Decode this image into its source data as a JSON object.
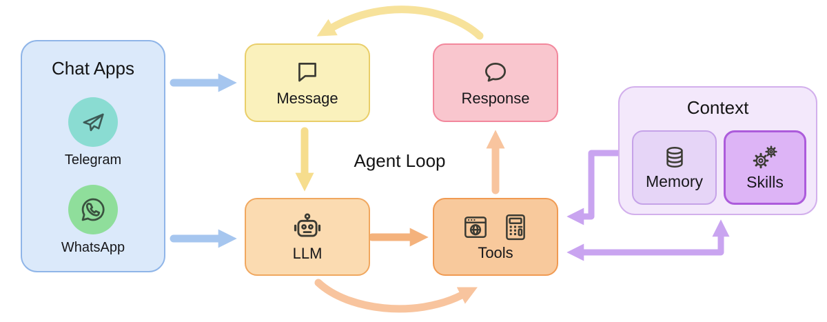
{
  "title": "Agent Loop",
  "nodes": {
    "chat_apps": {
      "label": "Chat Apps",
      "fill": "#dbe9fa",
      "border": "#8fb5e8",
      "apps": [
        {
          "name": "Telegram",
          "icon": "telegram-icon",
          "circle_color": "#8adcd2"
        },
        {
          "name": "WhatsApp",
          "icon": "whatsapp-icon",
          "circle_color": "#8fde9b"
        }
      ]
    },
    "message": {
      "label": "Message",
      "icon": "speech-bubble-square-icon",
      "fill": "#faf1bc",
      "border": "#e9ce69"
    },
    "response": {
      "label": "Response",
      "icon": "speech-bubble-round-icon",
      "fill": "#f9c6ce",
      "border": "#f2879c"
    },
    "llm": {
      "label": "LLM",
      "icon": "robot-icon",
      "fill": "#fbdbb1",
      "border": "#f0a75f"
    },
    "tools": {
      "label": "Tools",
      "icons": [
        "browser-globe-icon",
        "calculator-icon"
      ],
      "fill": "#f8c99c",
      "border": "#f09a52"
    },
    "context": {
      "label": "Context",
      "fill": "#f3e8fb",
      "border": "#d2afec",
      "children": [
        {
          "label": "Memory",
          "icon": "database-icon",
          "fill": "#e6d5f7",
          "border": "#c5a2e8"
        },
        {
          "label": "Skills",
          "icon": "gears-icon",
          "fill": "#ddb4f6",
          "border": "#ac5bdb"
        }
      ]
    }
  },
  "edges": [
    {
      "from": "chat_apps",
      "to": "message",
      "style": "straight",
      "color": "#a6c6ef"
    },
    {
      "from": "chat_apps",
      "to": "llm",
      "style": "straight",
      "color": "#a6c6ef"
    },
    {
      "from": "message",
      "to": "llm",
      "style": "straight",
      "color": "#f6dd8d"
    },
    {
      "from": "llm",
      "to": "tools",
      "style": "straight",
      "color": "#f4b27c"
    },
    {
      "from": "tools",
      "to": "response",
      "style": "straight",
      "color": "#f8c49e"
    },
    {
      "from": "response",
      "to": "message",
      "style": "curved",
      "color": "#f7e29b"
    },
    {
      "from": "llm",
      "to": "tools",
      "style": "curved",
      "color": "#f8c49e"
    },
    {
      "from": "context",
      "to": "tools",
      "style": "elbow",
      "color": "#c9a4f0"
    },
    {
      "from": "tools",
      "to": "context",
      "style": "elbow-bidirectional",
      "color": "#c9a4f0"
    }
  ]
}
